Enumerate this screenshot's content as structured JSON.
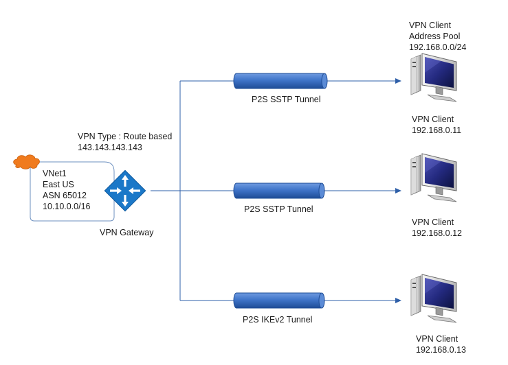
{
  "colors": {
    "line": "#2e5fa8",
    "tunnel": "#3f74c9",
    "tunnel_dark": "#1e4c96",
    "gateway": "#1b78c8",
    "cloud": "#f07b1e",
    "vnet_border": "#6b8fbf"
  },
  "vnet": {
    "icon": "cloud-icon",
    "lines": [
      "VNet1",
      "East US",
      "ASN 65012",
      "10.10.0.0/16"
    ]
  },
  "gateway": {
    "icon": "router-icon",
    "type_label": "VPN Type : Route based",
    "ip": "143.143.143.143",
    "name": "VPN Gateway"
  },
  "pool": {
    "lines": [
      "VPN Client",
      "Address Pool",
      "192.168.0.0/24"
    ]
  },
  "tunnels": [
    {
      "label": "P2S SSTP Tunnel"
    },
    {
      "label": "P2S SSTP Tunnel"
    },
    {
      "label": "P2S IKEv2 Tunnel"
    }
  ],
  "clients": [
    {
      "icon": "computer-icon",
      "title": "VPN Client",
      "ip": "192.168.0.11"
    },
    {
      "icon": "computer-icon",
      "title": "VPN Client",
      "ip": "192.168.0.12"
    },
    {
      "icon": "computer-icon",
      "title": "VPN Client",
      "ip": "192.168.0.13"
    }
  ]
}
